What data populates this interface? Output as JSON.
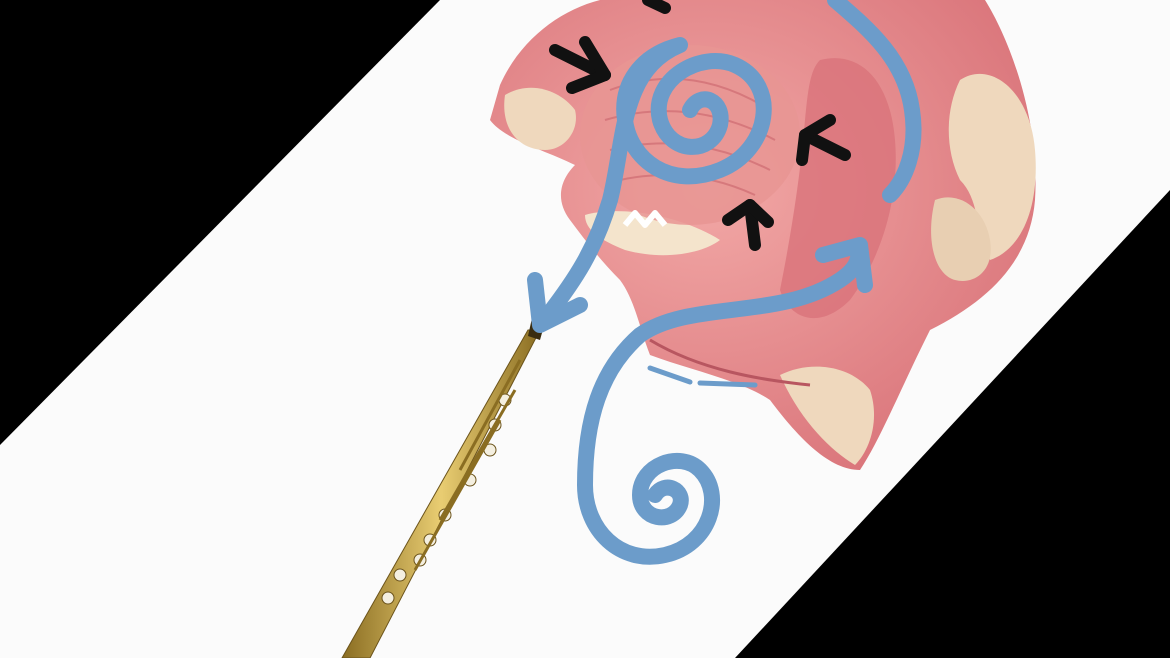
{
  "image": {
    "colors": {
      "background": "#000000",
      "panel": "#ffffff",
      "flow_arrow": "#6c9cca",
      "pressure_arrow": "#111111",
      "tissue": "#e3868a",
      "tissue_dark": "#c9646c",
      "bone": "#f0dcc4",
      "brass": "#c8a548"
    },
    "icons": [
      "breath-flow-arrow",
      "pressure-arrow",
      "saxophone-icon",
      "head-crosssection"
    ]
  }
}
